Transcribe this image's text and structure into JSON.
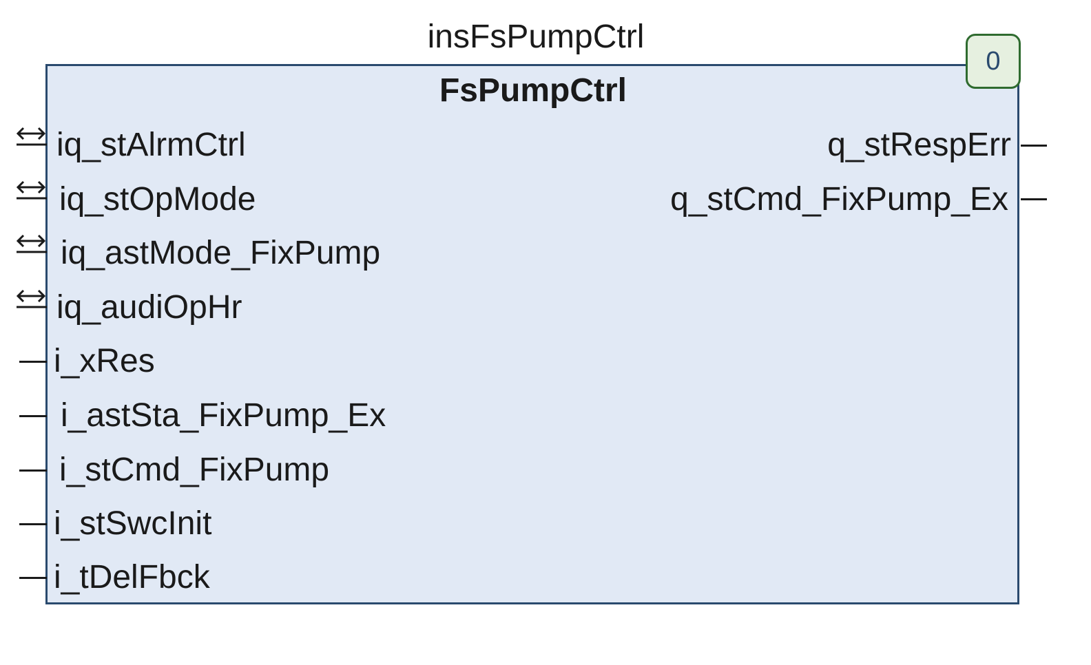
{
  "instance_name": "insFsPumpCtrl",
  "block_type": "FsPumpCtrl",
  "execution_order": "0",
  "icons": {
    "inout_pin": "bidirectional-arrow-icon"
  },
  "inout_pins": [
    {
      "name": "iq_stAlrmCtrl"
    },
    {
      "name": "iq_stOpMode"
    },
    {
      "name": "iq_astMode_FixPump"
    },
    {
      "name": "iq_audiOpHr"
    }
  ],
  "input_pins": [
    {
      "name": "i_xRes"
    },
    {
      "name": "i_astSta_FixPump_Ex"
    },
    {
      "name": "i_stCmd_FixPump"
    },
    {
      "name": "i_stSwcInit"
    },
    {
      "name": "i_tDelFbck"
    }
  ],
  "output_pins": [
    {
      "name": "q_stRespErr"
    },
    {
      "name": "q_stCmd_FixPump_Ex"
    }
  ],
  "colors": {
    "block_fill": "#e1e9f5",
    "block_border": "#2a4a6e",
    "badge_border": "#2f6b2f",
    "badge_fill": "#e6f0e0"
  }
}
